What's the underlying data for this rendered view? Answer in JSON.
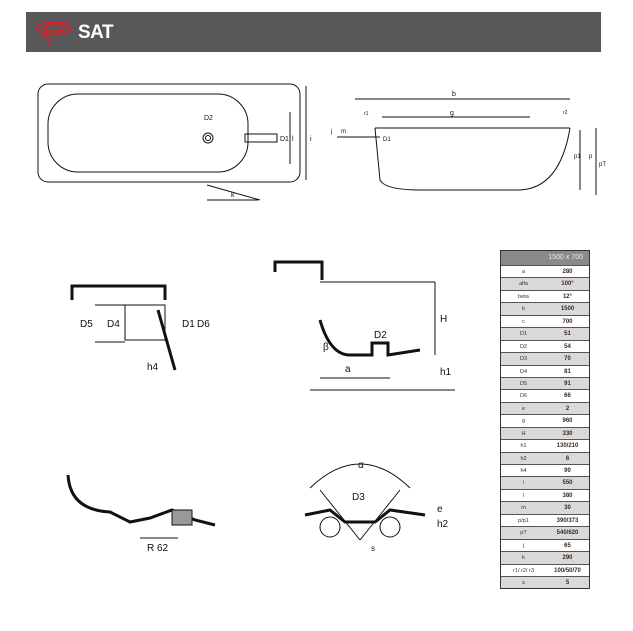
{
  "header": {
    "brand": "SAT",
    "colors": {
      "bar": "#58585a",
      "logo": "#d2232a"
    }
  },
  "drawings": {
    "top_view": {
      "labels": [
        "D2",
        "D1",
        "i",
        "l",
        "k"
      ]
    },
    "side_view": {
      "labels": [
        "b",
        "g",
        "r1",
        "r2",
        "m",
        "j",
        "D1",
        "p1",
        "p",
        "pT"
      ]
    },
    "overflow": {
      "labels": [
        "D5",
        "D4",
        "D1",
        "D6",
        "h4"
      ]
    },
    "section": {
      "labels": [
        "H",
        "D2",
        "β",
        "a",
        "h1"
      ]
    },
    "rim": {
      "labels": [
        "R 62"
      ]
    },
    "drain": {
      "labels": [
        "α",
        "D3",
        "e",
        "h2",
        "s"
      ]
    }
  },
  "table": {
    "header": "1500 x 700",
    "rows": [
      {
        "k": "a",
        "v": "280"
      },
      {
        "k": "alfa",
        "v": "100°"
      },
      {
        "k": "beta",
        "v": "12°"
      },
      {
        "k": "b",
        "v": "1500"
      },
      {
        "k": "c",
        "v": "700"
      },
      {
        "k": "D1",
        "v": "51"
      },
      {
        "k": "D2",
        "v": "54"
      },
      {
        "k": "D3",
        "v": "70"
      },
      {
        "k": "D4",
        "v": "81"
      },
      {
        "k": "D5",
        "v": "91"
      },
      {
        "k": "D6",
        "v": "66"
      },
      {
        "k": "e",
        "v": "2"
      },
      {
        "k": "g",
        "v": "960"
      },
      {
        "k": "H",
        "v": "330"
      },
      {
        "k": "h1",
        "v": "130/210"
      },
      {
        "k": "h2",
        "v": "6"
      },
      {
        "k": "h4",
        "v": "90"
      },
      {
        "k": "i",
        "v": "550"
      },
      {
        "k": "l",
        "v": "380"
      },
      {
        "k": "m",
        "v": "30"
      },
      {
        "k": "p/p1",
        "v": "390/373"
      },
      {
        "k": "pT",
        "v": "540/620"
      },
      {
        "k": "j",
        "v": "65"
      },
      {
        "k": "k",
        "v": "290"
      },
      {
        "k": "r1/ r2/ r3",
        "v": "100/50/70"
      },
      {
        "k": "s",
        "v": "5"
      }
    ]
  }
}
